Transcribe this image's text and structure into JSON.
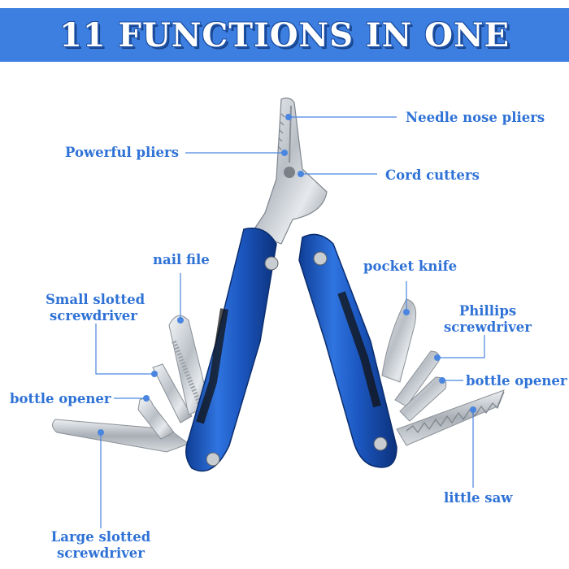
{
  "header": {
    "title": "11 FUNCTIONS IN ONE"
  },
  "callouts": {
    "needle_nose_pliers": "Needle nose pliers",
    "powerful_pliers": "Powerful pliers",
    "cord_cutters": "Cord cutters",
    "nail_file": "nail file",
    "pocket_knife": "pocket knife",
    "small_slotted_screwdriver_line1": "Small slotted",
    "small_slotted_screwdriver_line2": "screwdriver",
    "phillips_screwdriver_line1": "Phillips",
    "phillips_screwdriver_line2": "screwdriver",
    "bottle_opener_left": "bottle opener",
    "bottle_opener_right": "bottle opener",
    "little_saw": "little saw",
    "large_slotted_screwdriver_line1": "Large slotted",
    "large_slotted_screwdriver_line2": "screwdriver"
  },
  "colors": {
    "banner": "#3d7fe0",
    "label": "#2f72d6",
    "handle": "#1f5fc8",
    "steel": "#c9ced4"
  }
}
